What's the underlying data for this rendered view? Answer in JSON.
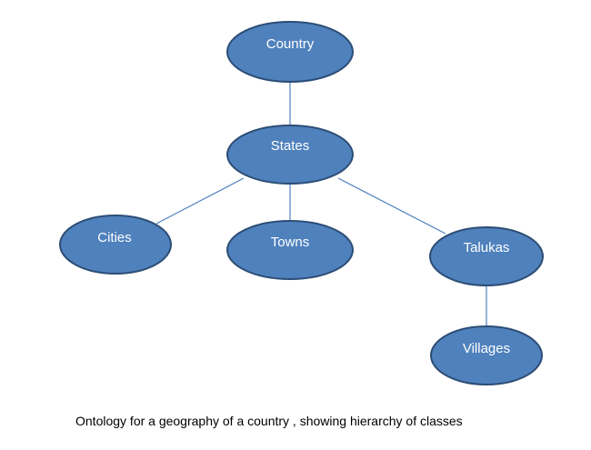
{
  "diagram": {
    "nodes": [
      {
        "id": "country",
        "label": "Country"
      },
      {
        "id": "states",
        "label": "States"
      },
      {
        "id": "cities",
        "label": "Cities"
      },
      {
        "id": "towns",
        "label": "Towns"
      },
      {
        "id": "talukas",
        "label": "Talukas"
      },
      {
        "id": "villages",
        "label": "Villages"
      }
    ],
    "edges": [
      {
        "from": "country",
        "to": "states"
      },
      {
        "from": "states",
        "to": "cities"
      },
      {
        "from": "states",
        "to": "towns"
      },
      {
        "from": "states",
        "to": "talukas"
      },
      {
        "from": "talukas",
        "to": "villages"
      }
    ],
    "colors": {
      "node_fill": "#4f81bd",
      "node_stroke": "#2c4d75",
      "edge": "#4f81bd",
      "label": "#ffffff"
    }
  },
  "caption": "Ontology for a geography of a country , showing hierarchy of classes"
}
